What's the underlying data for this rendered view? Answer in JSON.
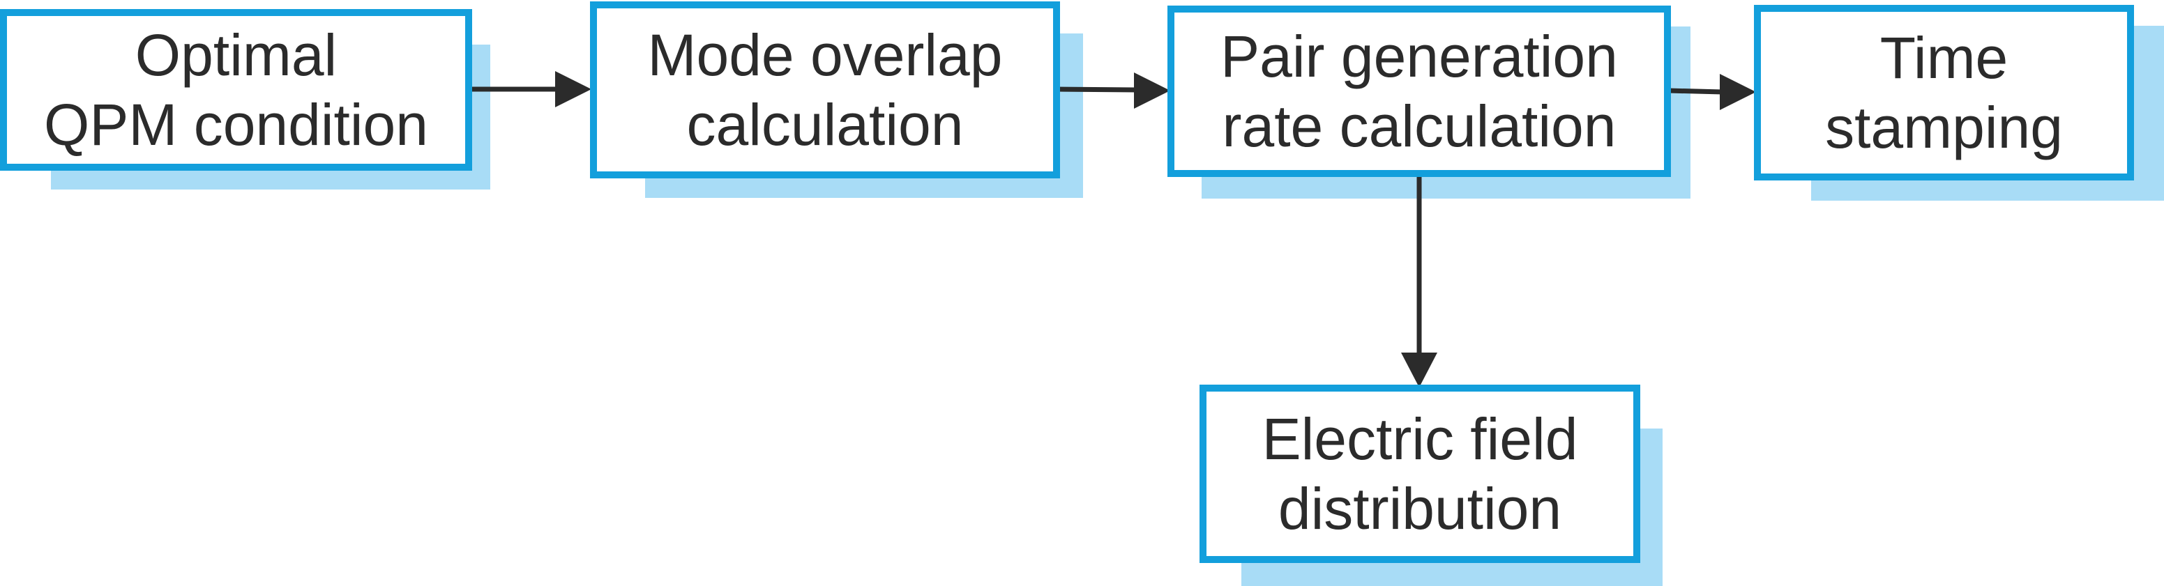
{
  "colors": {
    "box_border": "#139fdc",
    "box_shadow": "#a8dcf6",
    "box_fill": "#ffffff",
    "text": "#2b2b2b",
    "arrow": "#2b2b2b"
  },
  "nodes": {
    "qpm": {
      "line1": "Optimal",
      "line2": "QPM condition"
    },
    "overlap": {
      "line1": "Mode overlap",
      "line2": "calculation"
    },
    "pair": {
      "line1": "Pair generation",
      "line2": "rate calculation"
    },
    "time": {
      "line1": "Time",
      "line2": "stamping"
    },
    "field": {
      "line1": "Electric field",
      "line2": "distribution"
    }
  },
  "edges": [
    {
      "from": "qpm",
      "to": "overlap"
    },
    {
      "from": "overlap",
      "to": "pair"
    },
    {
      "from": "pair",
      "to": "time"
    },
    {
      "from": "pair",
      "to": "field"
    }
  ]
}
